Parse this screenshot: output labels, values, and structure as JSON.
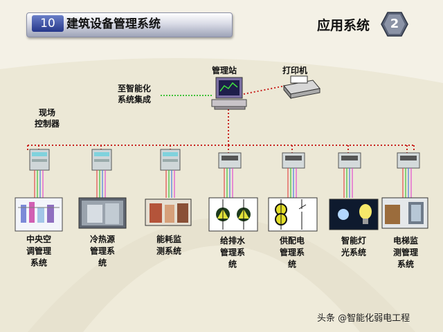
{
  "header": {
    "number": "10",
    "title": "建筑设备管理系统"
  },
  "section": {
    "title": "应用系统",
    "number": "2"
  },
  "top_nodes": {
    "management_station": "管理站",
    "printer": "打印机",
    "integration": [
      "至智能化",
      "系统集成"
    ],
    "field_controller": [
      "现场",
      "控制器"
    ]
  },
  "subsystems": [
    {
      "lines": [
        "中央空",
        "调管理",
        "系统"
      ]
    },
    {
      "lines": [
        "冷热源",
        "管理系",
        "统"
      ]
    },
    {
      "lines": [
        "能耗监",
        "测系统"
      ]
    },
    {
      "lines": [
        "给排水",
        "管理系",
        "统"
      ]
    },
    {
      "lines": [
        "供配电",
        "管理系",
        "统"
      ]
    },
    {
      "lines": [
        "智能灯",
        "光系统"
      ]
    },
    {
      "lines": [
        "电梯监",
        "测管理",
        "系统"
      ]
    }
  ],
  "watermark": "头条 @智能化弱电工程",
  "colors": {
    "bus": "#c8201c",
    "green_link": "#3fc23a",
    "header_accent": "#2a3b8f"
  }
}
